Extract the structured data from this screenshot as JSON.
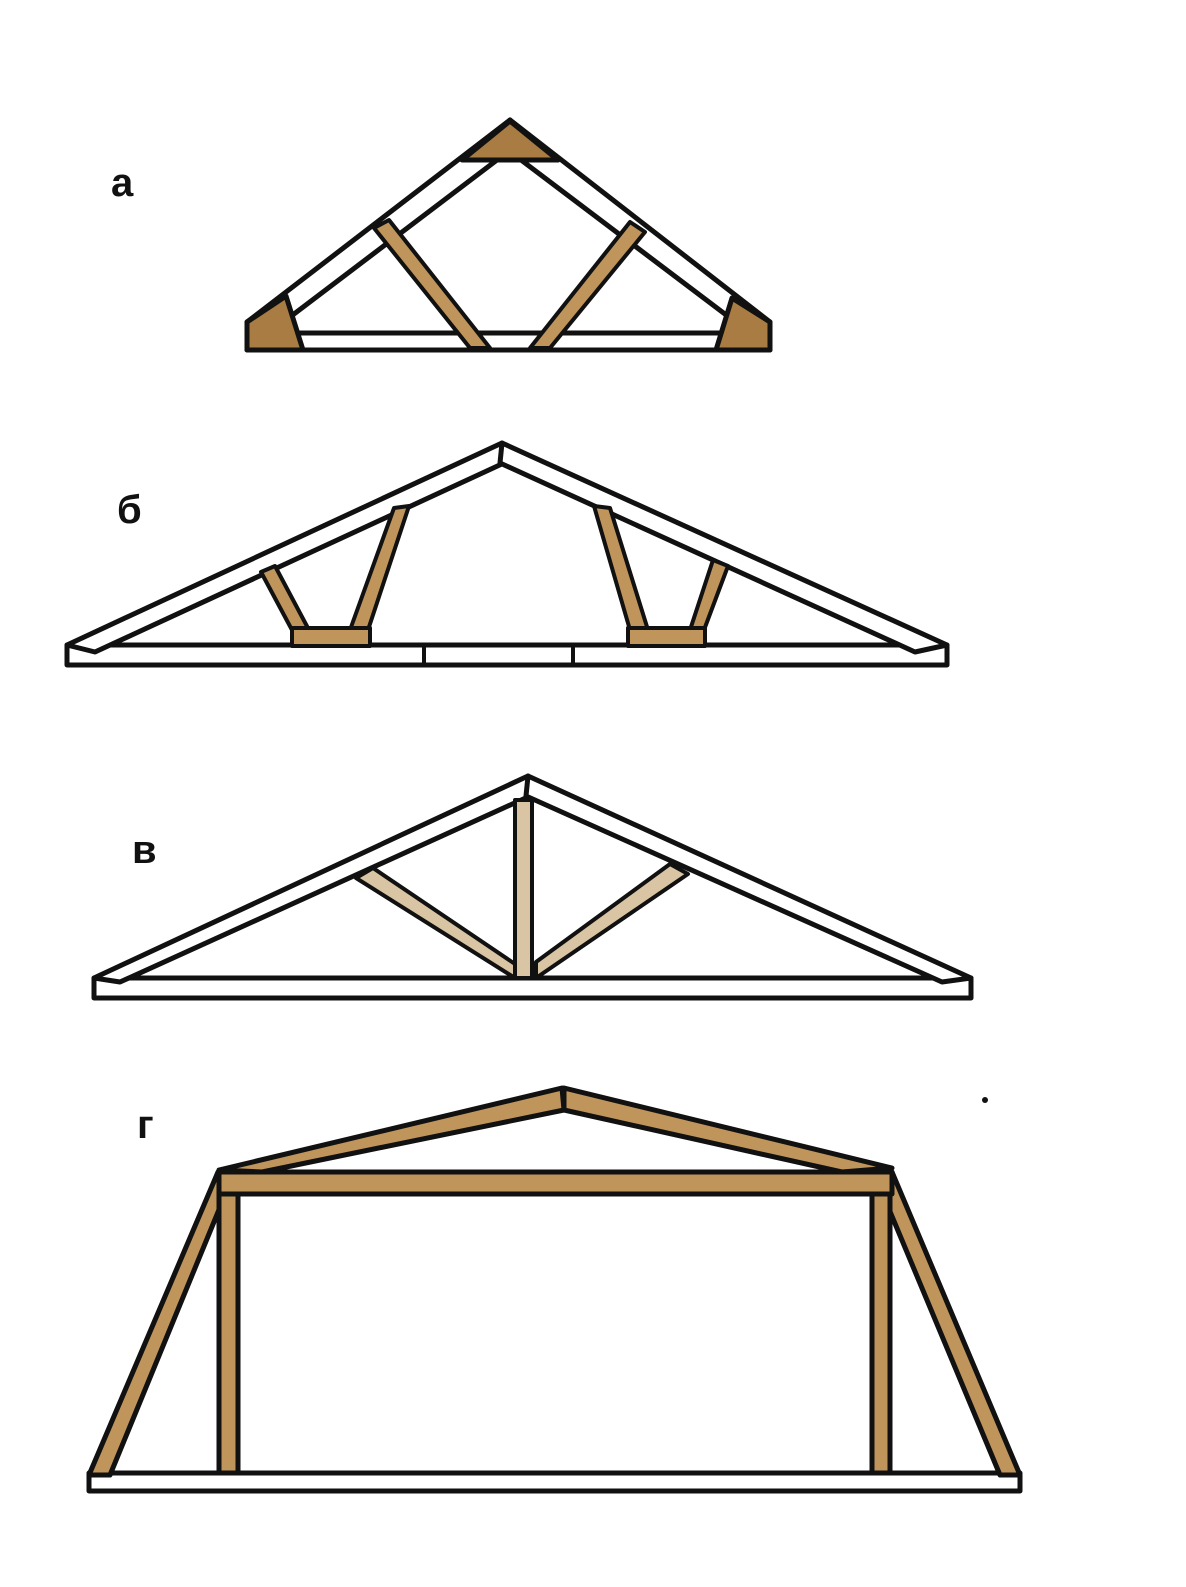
{
  "diagram": {
    "labels": {
      "a": "а",
      "b": "б",
      "v": "в",
      "g": "г"
    },
    "colors": {
      "wood": "#bf955c",
      "wood_dark": "#a87c42",
      "wood_light": "#d9c4a4",
      "outline": "#111111",
      "background": "#ffffff"
    }
  }
}
